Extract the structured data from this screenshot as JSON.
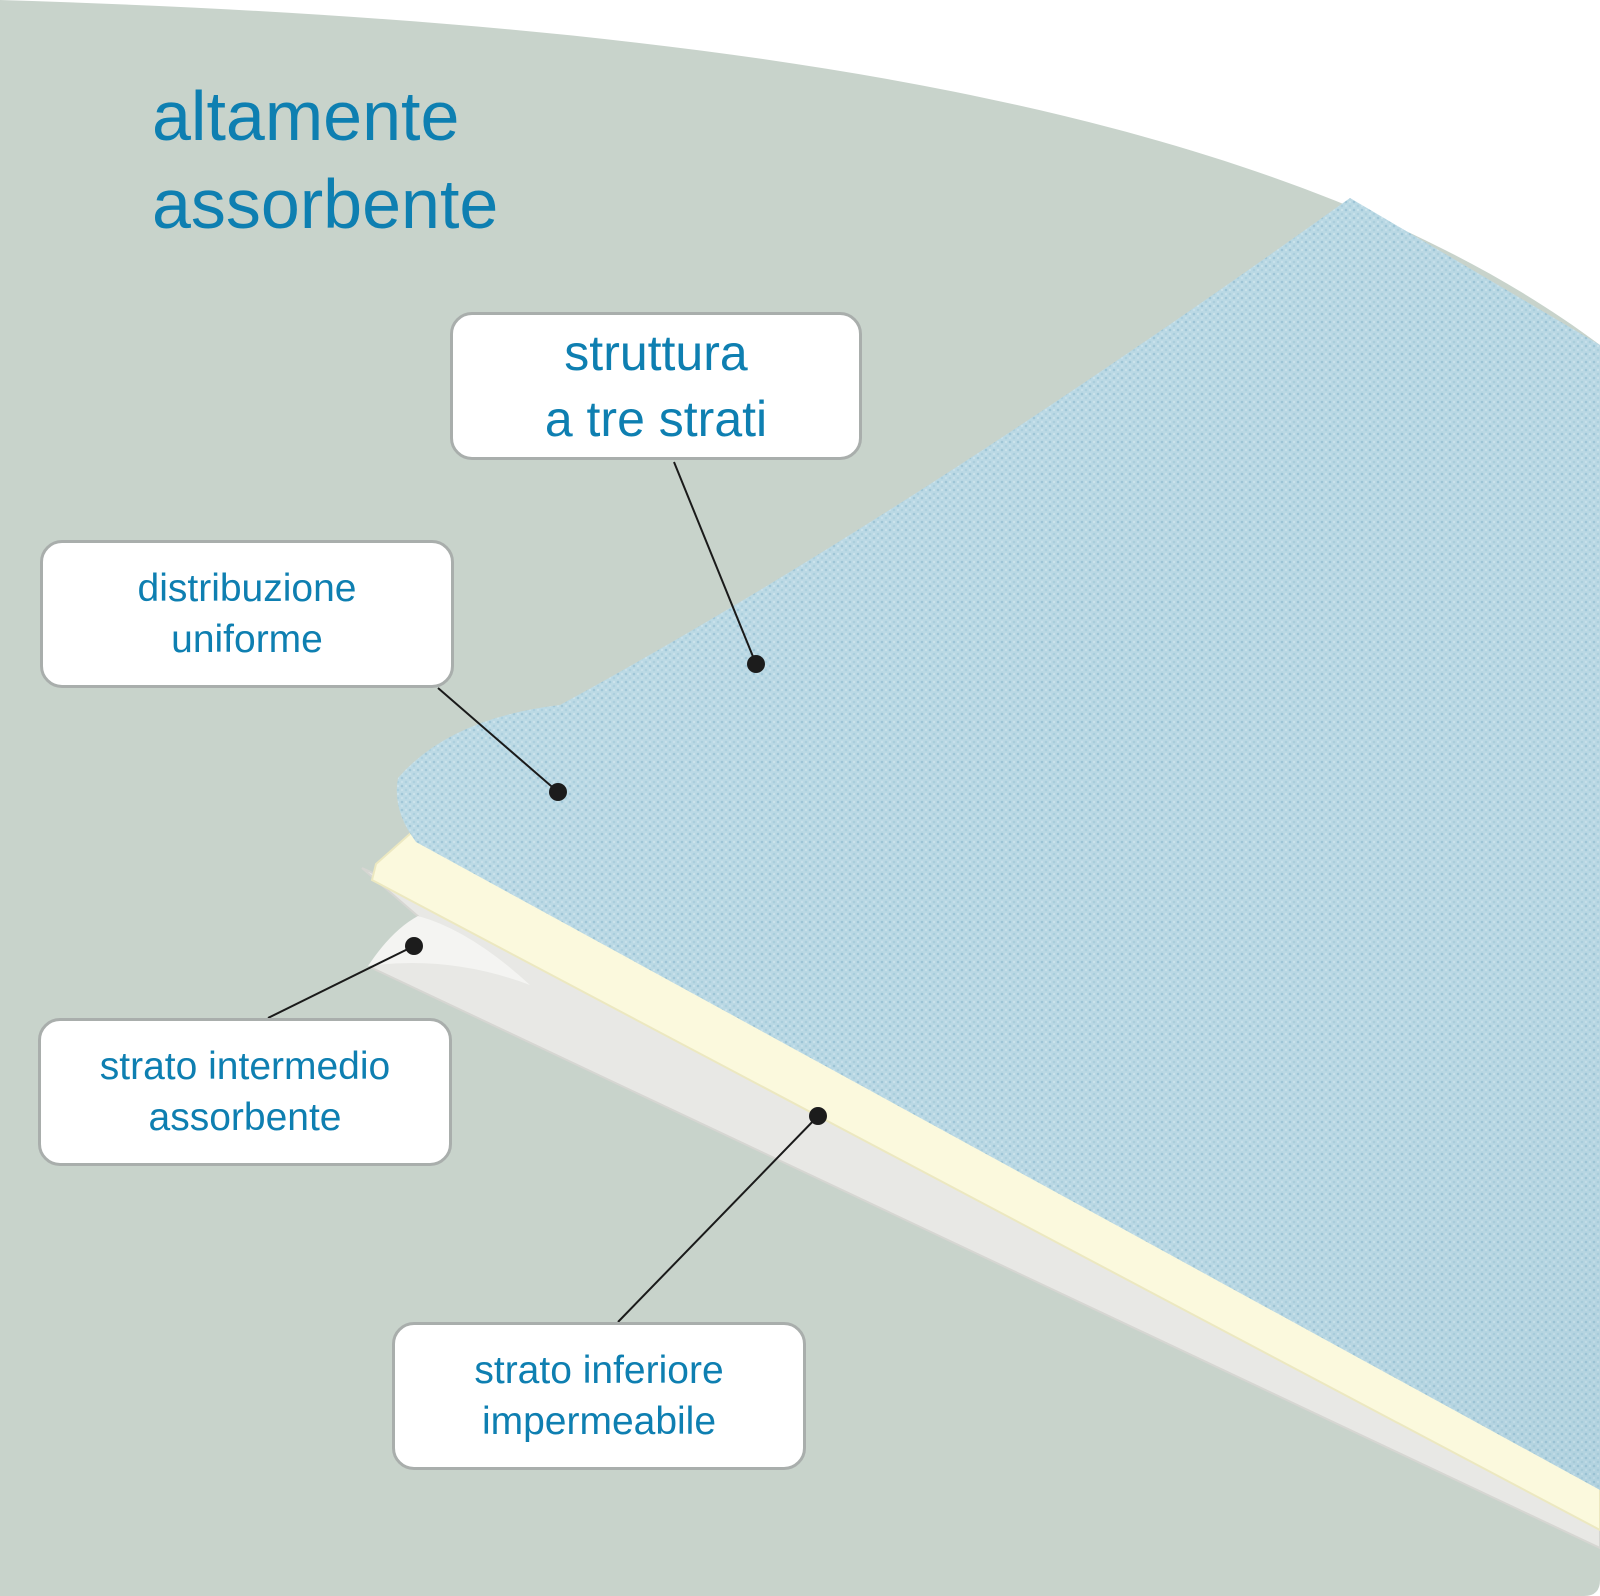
{
  "headline": {
    "line1": "altamente",
    "line2": "assorbente"
  },
  "callouts": {
    "structure": {
      "line1": "struttura",
      "line2": "a tre strati"
    },
    "distribution": {
      "line1": "distribuzione",
      "line2": "uniforme"
    },
    "middle_layer": {
      "line1": "strato intermedio",
      "line2": "assorbente"
    },
    "bottom_layer": {
      "line1": "strato inferiore",
      "line2": "impermeabile"
    }
  },
  "colors": {
    "background": "#c8d3cb",
    "text_blue": "#0e7fb1",
    "top_fabric": "#b7d6e2",
    "middle_layer": "#fbf9dd",
    "bottom_layer": "#e6e6e3",
    "callout_border": "#a9aeac",
    "leader_line": "#1a1a1a"
  }
}
